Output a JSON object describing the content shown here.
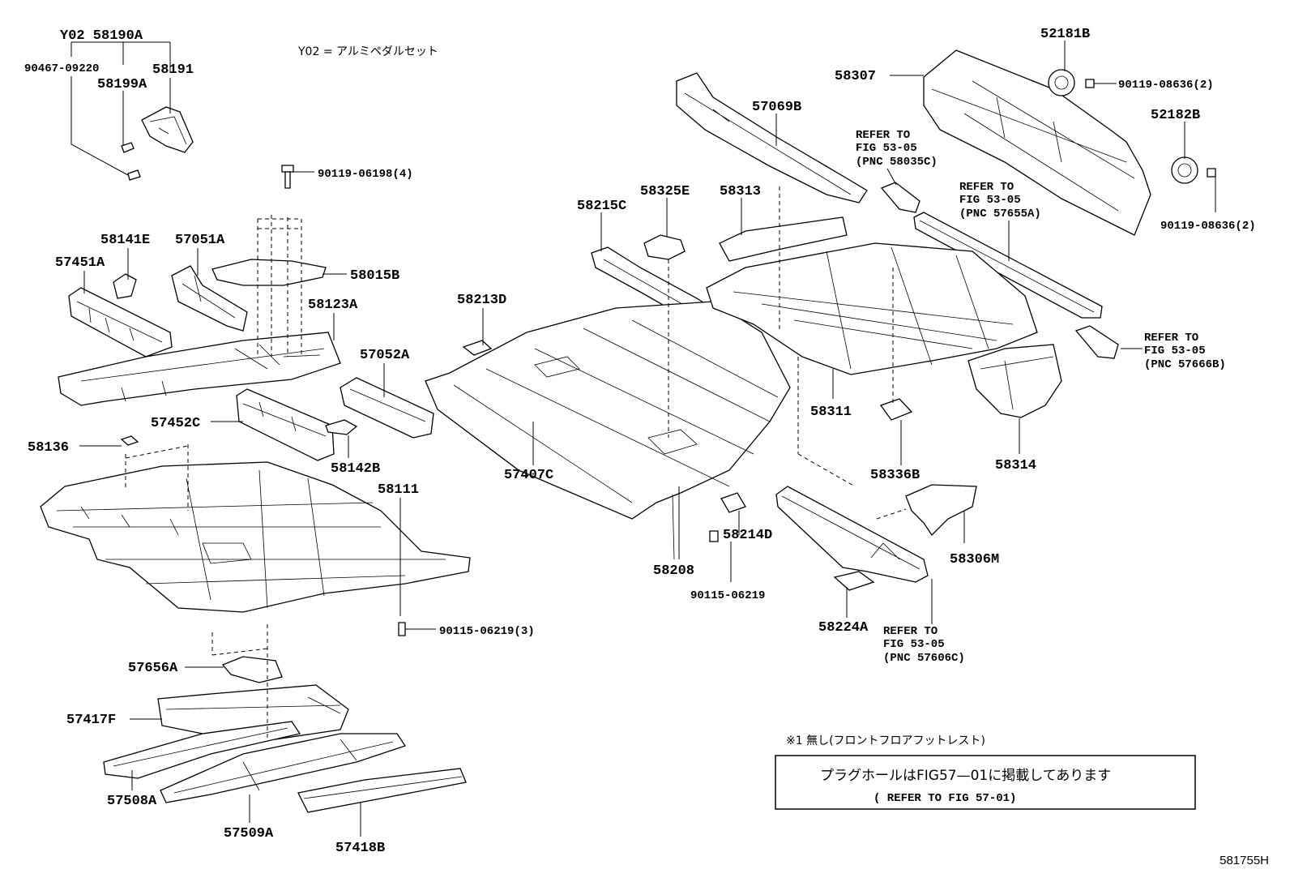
{
  "header_note": "Y02 = アルミペダルセット",
  "figure_code": "581755H",
  "labels": {
    "y02_58190a": "Y02 58190A",
    "p90467_09220": "90467-09220",
    "p58191": "58191",
    "p58199a": "58199A",
    "p90119_06198": "90119-06198(4)",
    "p58141e": "58141E",
    "p57051a": "57051A",
    "p57451a": "57451A",
    "p58015b": "58015B",
    "p58123a": "58123A",
    "p57052a": "57052A",
    "p57452c": "57452C",
    "p58136": "58136",
    "p58142b": "58142B",
    "p58111": "58111",
    "p90115_06219_3": "90115-06219(3)",
    "p57656a": "57656A",
    "p57417f": "57417F",
    "p57508a": "57508A",
    "p57509a": "57509A",
    "p57418b": "57418B",
    "p58213d": "58213D",
    "p58215c": "58215C",
    "p58325e": "58325E",
    "p58313": "58313",
    "p57069b": "57069B",
    "p58307": "58307",
    "p52181b": "52181B",
    "p90119_08636_a": "90119-08636(2)",
    "p52182b": "52182B",
    "p90119_08636_b": "90119-08636(2)",
    "p57407c": "57407C",
    "p58208": "58208",
    "p58214d": "58214D",
    "p90115_06219": "90115-06219",
    "p58311": "58311",
    "p58336b": "58336B",
    "p58314": "58314",
    "p58306m": "58306M",
    "p58224a": "58224A"
  },
  "references": {
    "r58035c": [
      "REFER TO",
      "FIG 53-05",
      "(PNC 58035C)"
    ],
    "r57655a": [
      "REFER TO",
      "FIG 53-05",
      "(PNC 57655A)"
    ],
    "r57666b": [
      "REFER TO",
      "FIG 53-05",
      "(PNC 57666B)"
    ],
    "r57606c": [
      "REFER TO",
      "FIG 53-05",
      "(PNC 57606C)"
    ]
  },
  "footnote": "※1 無し(フロントフロアフットレスト)",
  "notice_box": {
    "line1": "プラグホールはFIG57—01に掲載してあります",
    "line2": "(  REFER TO FIG 57-01)"
  }
}
